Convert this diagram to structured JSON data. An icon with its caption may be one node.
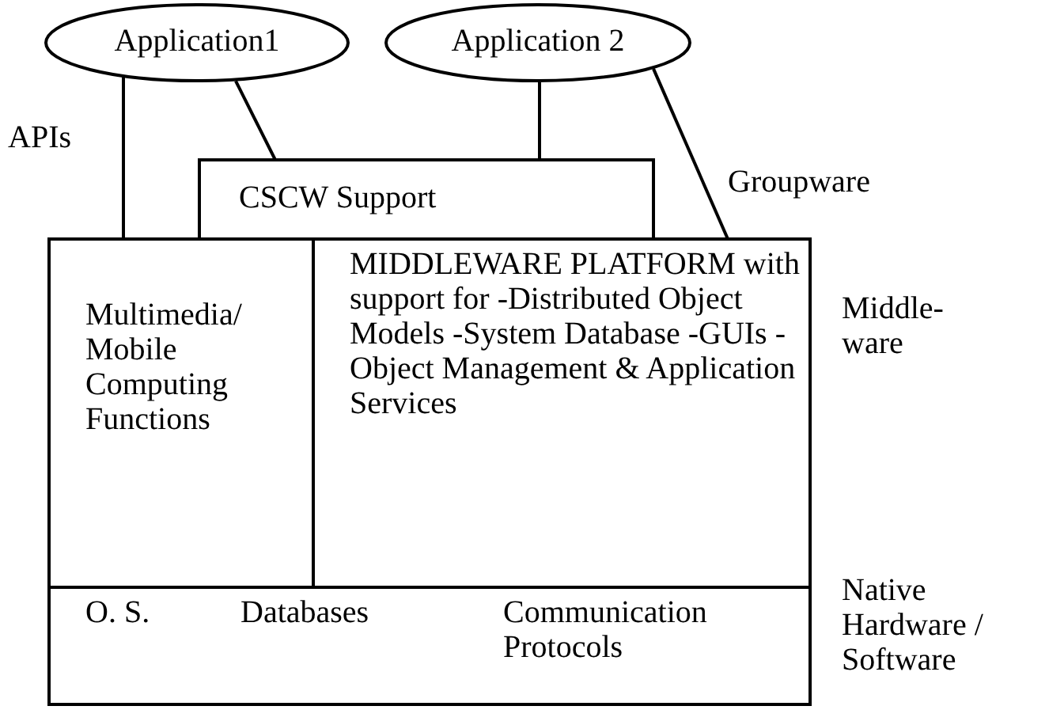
{
  "diagram": {
    "nodes": [
      {
        "text": [
          "Application1"
        ]
      },
      {
        "text": [
          "Application 2"
        ]
      },
      {
        "text": [
          "CSCW Support"
        ]
      },
      {
        "text": [
          "Multimedia/ Mobile Computing Functions"
        ]
      },
      {
        "text": [
          "MIDDLEWARE PLATFORM with support for -Distributed Object Models -System Database -GUIs -Object Management & Application Services"
        ]
      },
      {
        "text": [
          "O. S.",
          "Databases",
          "Communication Protocols"
        ]
      }
    ],
    "edges": [
      {
        "from": 0,
        "to": 3,
        "arrow": "none"
      },
      {
        "from": 0,
        "to": 2,
        "arrow": "none"
      },
      {
        "from": 1,
        "to": 2,
        "arrow": "none"
      },
      {
        "from": 1,
        "to": 4,
        "arrow": "none"
      }
    ],
    "labels": [
      "APIs",
      "Groupware",
      "Middle- ware",
      "Native Hardware / Software"
    ]
  }
}
